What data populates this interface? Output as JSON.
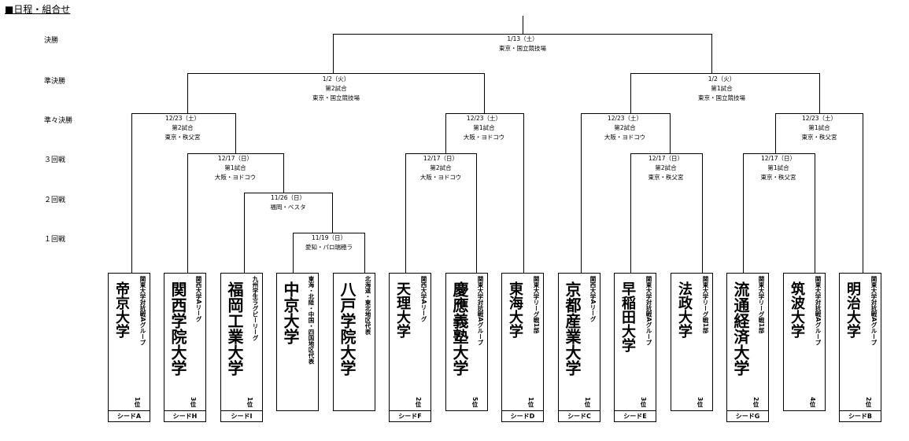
{
  "title": "■日程・組合せ",
  "rounds": {
    "final": "決勝",
    "semifinal": "準決勝",
    "quarterfinal": "準々決勝",
    "r3": "３回戦",
    "r2": "２回戦",
    "r1": "１回戦"
  },
  "matches": {
    "final": {
      "date": "1/13（土）",
      "venue": "東京・国立競技場"
    },
    "sf_left": {
      "date": "1/2（火）",
      "game": "第2試合",
      "venue": "東京・国立競技場"
    },
    "sf_right": {
      "date": "1/2（火）",
      "game": "第1試合",
      "venue": "東京・国立競技場"
    },
    "qf1": {
      "date": "12/23（土）",
      "game": "第2試合",
      "venue": "東京・秩父宮"
    },
    "qf2": {
      "date": "12/23（土）",
      "game": "第1試合",
      "venue": "大阪・ヨドコウ"
    },
    "qf3": {
      "date": "12/23（土）",
      "game": "第2試合",
      "venue": "大阪・ヨドコウ"
    },
    "qf4": {
      "date": "12/23（土）",
      "game": "第1試合",
      "venue": "東京・秩父宮"
    },
    "r3a": {
      "date": "12/17（日）",
      "game": "第1試合",
      "venue": "大阪・ヨドコウ"
    },
    "r3b": {
      "date": "12/17（日）",
      "game": "第2試合",
      "venue": "大阪・ヨドコウ"
    },
    "r3c": {
      "date": "12/17（日）",
      "game": "第2試合",
      "venue": "東京・秩父宮"
    },
    "r3d": {
      "date": "12/17（日）",
      "game": "第1試合",
      "venue": "東京・秩父宮"
    },
    "r2a": {
      "date": "11/26（日）",
      "venue": "福岡・ベスタ"
    },
    "r1a": {
      "date": "11/19（日）",
      "venue": "愛知・パロ瑞穂ラ"
    }
  },
  "teams": [
    {
      "name": "帝京大学",
      "sub": "関東大学対抗戦Aグループ",
      "rank": "1位",
      "seed": "シードA"
    },
    {
      "name": "関西学院大学",
      "sub": "関西大学Aリーグ",
      "rank": "3位",
      "seed": "シードH"
    },
    {
      "name": "福岡工業大学",
      "sub": "九州学生ラグビーリーグ",
      "rank": "1位",
      "seed": "シードI"
    },
    {
      "name": "中京大学",
      "sub": "東海・北陸・中国・四国地区代表",
      "rank": "",
      "seed": ""
    },
    {
      "name": "八戸学院大学",
      "sub": "北海道・東北地区代表",
      "rank": "",
      "seed": ""
    },
    {
      "name": "天理大学",
      "sub": "関西大学Aリーグ",
      "rank": "2位",
      "seed": "シードF"
    },
    {
      "name": "慶應義塾大学",
      "sub": "関東大学対抗戦Aグループ",
      "rank": "5位",
      "seed": ""
    },
    {
      "name": "東海大学",
      "sub": "関東大学リーグ戦1部",
      "rank": "1位",
      "seed": "シードD"
    },
    {
      "name": "京都産業大学",
      "sub": "関西大学Aリーグ",
      "rank": "1位",
      "seed": "シードC"
    },
    {
      "name": "早稲田大学",
      "sub": "関東大学対抗戦Aグループ",
      "rank": "3位",
      "seed": "シードE"
    },
    {
      "name": "法政大学",
      "sub": "関東大学リーグ戦1部",
      "rank": "3位",
      "seed": ""
    },
    {
      "name": "流通経済大学",
      "sub": "関東大学リーグ戦1部",
      "rank": "2位",
      "seed": "シードG"
    },
    {
      "name": "筑波大学",
      "sub": "関東大学対抗戦Aグループ",
      "rank": "4位",
      "seed": ""
    },
    {
      "name": "明治大学",
      "sub": "関東大学対抗戦Aグループ",
      "rank": "2位",
      "seed": "シードB"
    }
  ]
}
